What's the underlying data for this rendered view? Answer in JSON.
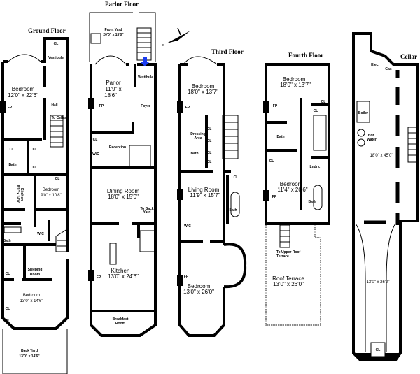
{
  "floors": {
    "ground": {
      "title": "Ground Floor",
      "bedroom1": "Bedroom",
      "bedroom1_size": "12'0\" x 22'6\"",
      "fp": "FP",
      "hall": "Hall",
      "to_cellar": "To Cellar",
      "vestibule": "Vestibule",
      "cl": "CL",
      "bath": "Bath",
      "kitchen": "Kitchen",
      "kitchen_size": "8'0\" x 14'0\"",
      "bedroom2": "Bedroom",
      "bedroom2_size": "9'0\" x 10'8\"",
      "wc": "W/C",
      "sleeping": "Sleeping",
      "room": "Room",
      "bedroom3": "Bedroom",
      "bedroom3_size": "13'0\" x 14'6\"",
      "back_yard": "Back Yard",
      "back_yard_size": "13'0\" x 14'6\""
    },
    "parlor": {
      "title": "Parlor Floor",
      "front_yard": "Front Yard",
      "front_yard_size": "20'0\" x 15'0\"",
      "parlor": "Parlor",
      "parlor_size1": "11'9\" x",
      "parlor_size2": "18'6\"",
      "fp": "FP",
      "foyer": "Foyer",
      "vestibule": "Vestibule",
      "cl": "CL",
      "wc": "W/C",
      "reception": "Reception",
      "dining": "Dining Room",
      "dining_size": "18'0\" x 15'0\"",
      "to_back": "To Back",
      "yard": "Yard",
      "kitchen": "Kitchen",
      "kitchen_size": "13'0\" x 24'6\"",
      "breakfast": "Breakfast",
      "room": "Room"
    },
    "third": {
      "title": "Third Floor",
      "bedroom1": "Bedroom",
      "bedroom1_size": "18'0\" x 13'7\"",
      "fp": "FP",
      "dressing": "Dressing",
      "area": "Area",
      "cl": "CL",
      "bath": "Bath",
      "living": "Living Room",
      "living_size": "11'9\" x 15'7\"",
      "wc": "W/C",
      "bedroom2": "Bedroom",
      "bedroom2_size": "13'0\" x 26'0\""
    },
    "fourth": {
      "title": "Fourth Floor",
      "bedroom1": "Bedroom",
      "bedroom1_size": "18'0\" x 13'7\"",
      "fp": "FP",
      "cl": "CL",
      "bath": "Bath",
      "laundry": "Lndry.",
      "bedroom2": "Bedroom",
      "bedroom2_size": "11'4\" x 20'6\"",
      "to_upper": "To Upper Roof",
      "terrace": "Terrace",
      "roof_terrace": "Roof Terrace",
      "roof_terrace_size": "13'0\" x 26'0\""
    },
    "cellar": {
      "title": "Cellar",
      "elec": "Elec.",
      "gas": "Gas",
      "boiler": "Boiler",
      "hot": "Hot",
      "water": "Water",
      "main_size": "18'0\" x 45'0\"",
      "rear_size": "13'0\" x 26'0\"",
      "cl": "CL"
    }
  },
  "colors": {
    "entry_arrow": "#1a3cf0",
    "wall": "#000000"
  },
  "icons": [
    "compass-north-arrow-icon",
    "entry-arrow-icon"
  ]
}
